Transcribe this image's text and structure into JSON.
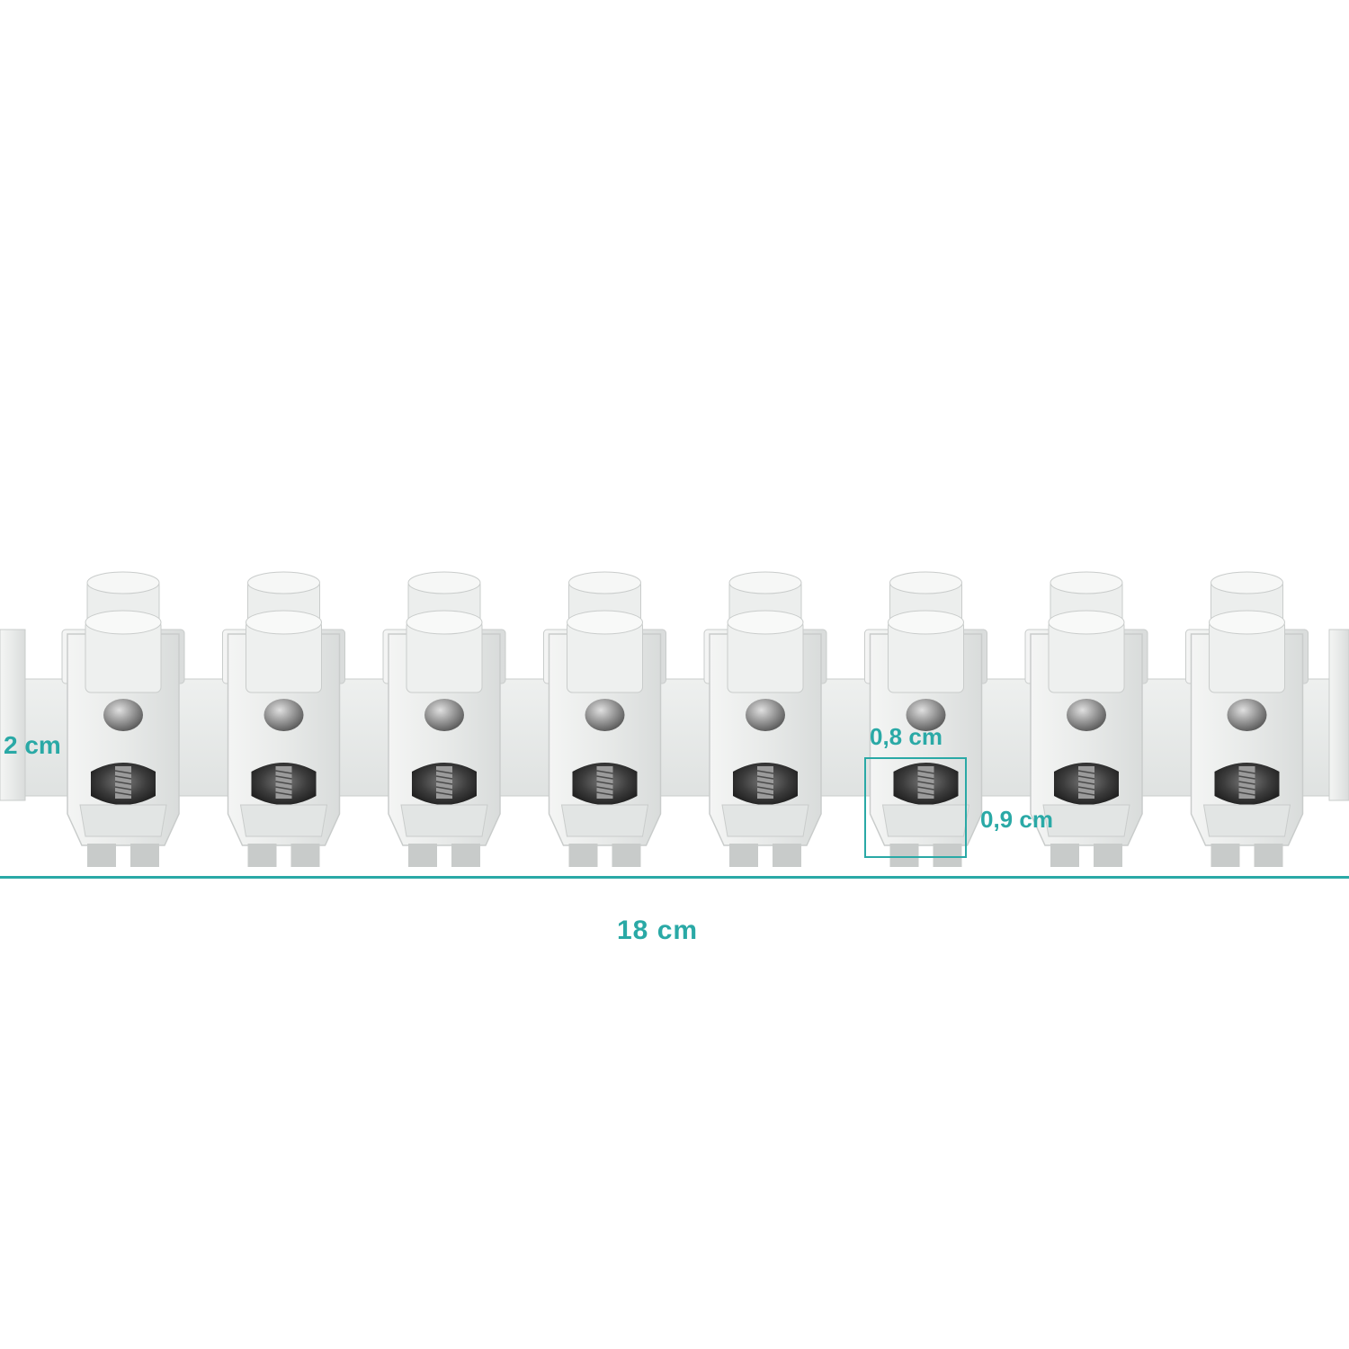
{
  "image": {
    "subject": "terminal-strip-connector",
    "terminal_count_visible": 8,
    "background_color": "#ffffff",
    "plastic_color": "#e9ebea",
    "plastic_shadow_color": "#c9cccb",
    "metal_color": "#8c8c8c",
    "metal_dark_color": "#3a3a3a"
  },
  "dimensions": {
    "accent_color": "#2aa9a6",
    "height_label": "2 cm",
    "cell_width_label": "0,8 cm",
    "cell_height_label": "0,9 cm",
    "length_label": "18 cm"
  }
}
